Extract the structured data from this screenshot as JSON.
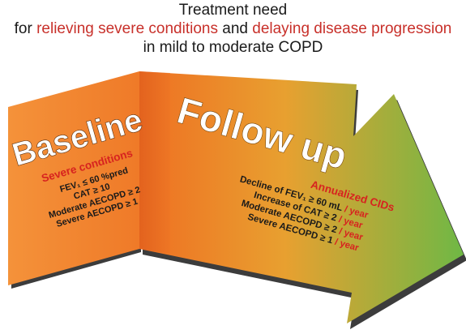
{
  "title": {
    "line1": "Treatment need",
    "line2_pre": "for ",
    "line2_red1": "relieving severe conditions",
    "line2_mid": " and ",
    "line2_red2": "delaying disease progression",
    "line3": "in mild to moderate COPD"
  },
  "baseline": {
    "heading": "Baseline",
    "subheading": "Severe conditions",
    "items": [
      "FEV₁ ≤ 60 %pred",
      "CAT ≥ 10",
      "Moderate AECOPD ≥ 2",
      "Severe AECOPD ≥ 1"
    ]
  },
  "followup": {
    "heading": "Follow up",
    "subheading": "Annualized CIDs",
    "items": [
      {
        "text": "Decline of FEV₁ ≥ 60 mL",
        "suffix": " / year"
      },
      {
        "text": "Increase of CAT ≥ 2",
        "suffix": " / year"
      },
      {
        "text": "Moderate AECOPD ≥ 2",
        "suffix": " / year"
      },
      {
        "text": "Severe AECOPD ≥ 1",
        "suffix": " / year"
      }
    ]
  },
  "colors": {
    "title_red": "#c8302a",
    "orange": "#f07a2a",
    "green": "#76b642",
    "label_red": "#d7231f"
  }
}
